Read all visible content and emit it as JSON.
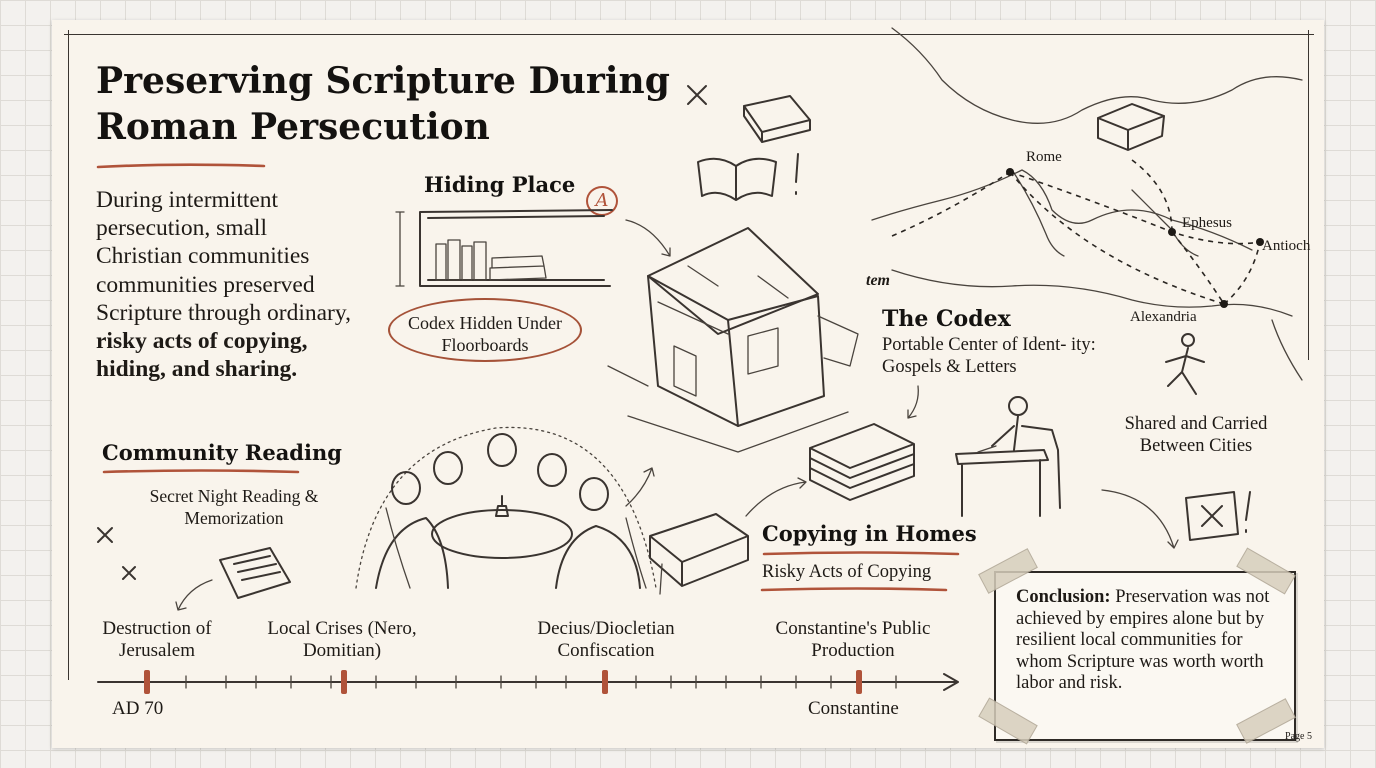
{
  "title": "Preserving Scripture During Roman Persecution",
  "intro": {
    "text": "During intermittent persecution, small Christian communities communities preserved Scripture through ordinary,",
    "emphasis": "risky acts of copying, hiding, and sharing."
  },
  "hiding_place": {
    "heading": "Hiding Place",
    "marker": "A",
    "caption": "Codex Hidden Under Floorboards"
  },
  "stray_label": "tem",
  "codex": {
    "heading": "The Codex",
    "caption": "Portable Center of Ident- ity: Gospels & Letters"
  },
  "community": {
    "heading": "Community Reading",
    "caption": "Secret Night Reading & Memorization"
  },
  "copying": {
    "heading": "Copying in Homes",
    "caption": "Risky Acts of Copying"
  },
  "map": {
    "cities": [
      "Rome",
      "Ephesus",
      "Antioch",
      "Alexandria"
    ],
    "caption": "Shared and Carried Between Cities"
  },
  "timeline": {
    "events": [
      "Destruction of Jerusalem",
      "Local Crises (Nero, Domitian)",
      "Decius/Diocletian Confiscation",
      "Constantine's Public Production"
    ],
    "start_label": "AD 70",
    "end_label": "Constantine"
  },
  "conclusion": {
    "label": "Conclusion:",
    "text": "Preservation was not achieved by empires alone but by resilient local communities for whom Scripture was worth worth labor and risk."
  },
  "page_number": "Page 5",
  "colors": {
    "accent": "#b0533a",
    "ink": "#1e1a16",
    "paper": "#f9f4ec"
  }
}
